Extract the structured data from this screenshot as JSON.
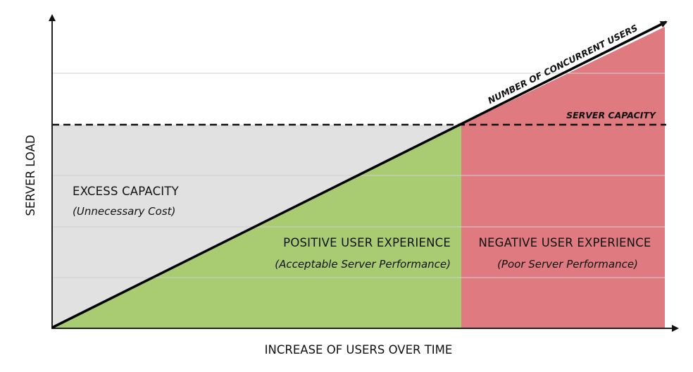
{
  "labels": {
    "y_axis": "SERVER LOAD",
    "x_axis": "INCREASE OF USERS OVER TIME",
    "capacity_line": "SERVER CAPACITY",
    "users_line": "NUMBER OF CONCURRENT USERS"
  },
  "regions": {
    "excess": {
      "title": "EXCESS CAPACITY",
      "subtitle": "(Unnecessary Cost)"
    },
    "positive": {
      "title": "POSITIVE USER EXPERIENCE",
      "subtitle": "(Acceptable Server Performance)"
    },
    "negative": {
      "title": "NEGATIVE USER EXPERIENCE",
      "subtitle": "(Poor Server Performance)"
    }
  },
  "colors": {
    "excess": "#e1e1e1",
    "positive": "#a9cc72",
    "negative": "#df7b80",
    "grid": "#d0d0d0",
    "axis": "#222222"
  }
}
